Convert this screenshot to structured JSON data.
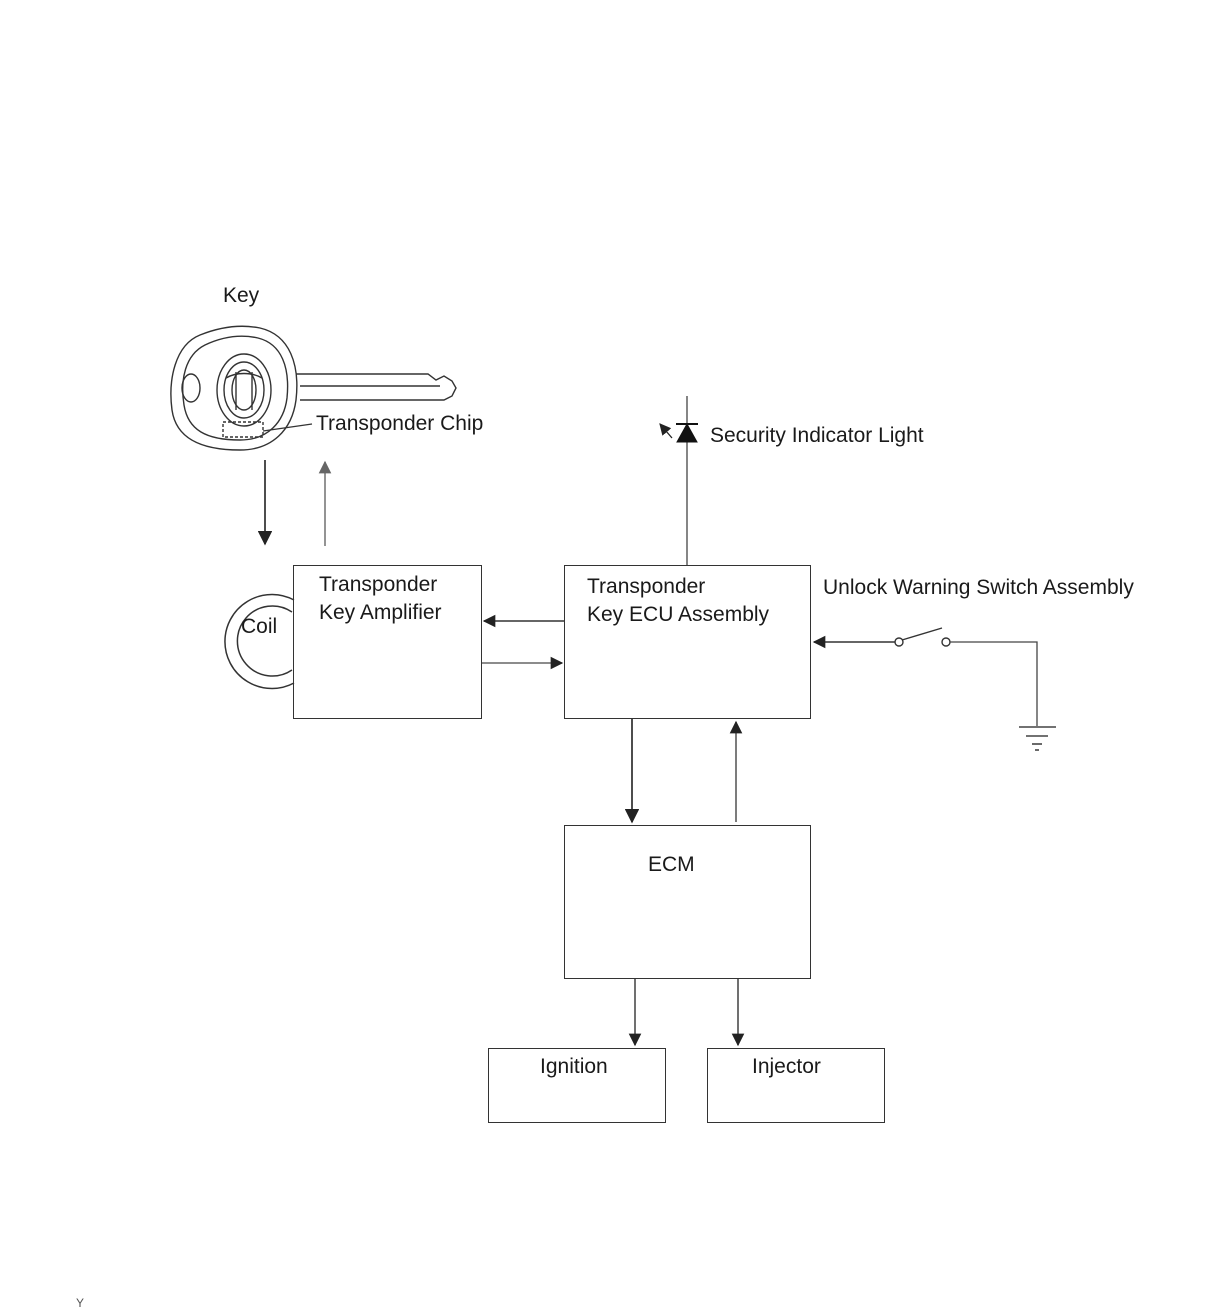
{
  "labels": {
    "key": "Key",
    "transponder_chip": "Transponder Chip",
    "security_indicator_light": "Security Indicator Light",
    "coil": "Coil",
    "amplifier_line1": "Transponder",
    "amplifier_line2": "Key Amplifier",
    "ecu_line1": "Transponder",
    "ecu_line2": "Key ECU Assembly",
    "unlock_switch": "Unlock Warning Switch Assembly",
    "ecm": "ECM",
    "ignition": "Ignition",
    "injector": "Injector"
  },
  "footer_code": "Y"
}
